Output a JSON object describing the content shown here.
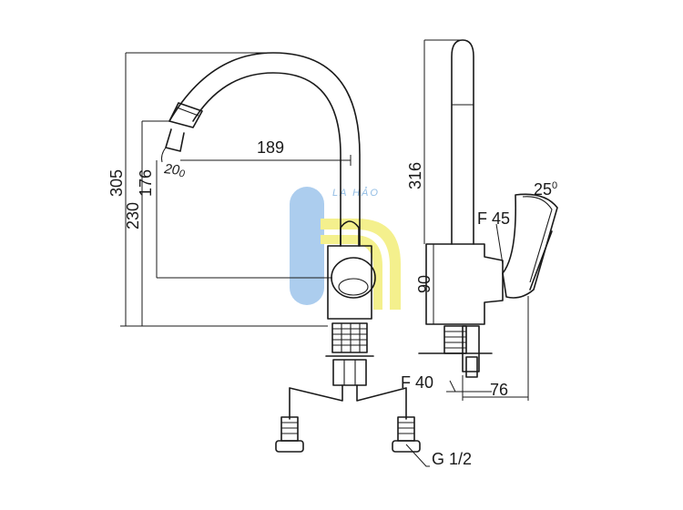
{
  "labels": {
    "width_spout": "189",
    "height_total_left": "305",
    "height_spout_inner": "176",
    "height_body": "230",
    "angle_spout": "20",
    "angle_spout_sup": "0",
    "height_total_right": "316",
    "f45": "F 45",
    "angle_handle": "25",
    "angle_handle_sup": "0",
    "h90": "90",
    "f40": "F 40",
    "w76": "76",
    "thread": "G 1/2"
  },
  "watermark": {
    "text": "LA HẢO",
    "colors": {
      "blue": "#9ec5ec",
      "yellow": "#f3ee7a"
    }
  }
}
